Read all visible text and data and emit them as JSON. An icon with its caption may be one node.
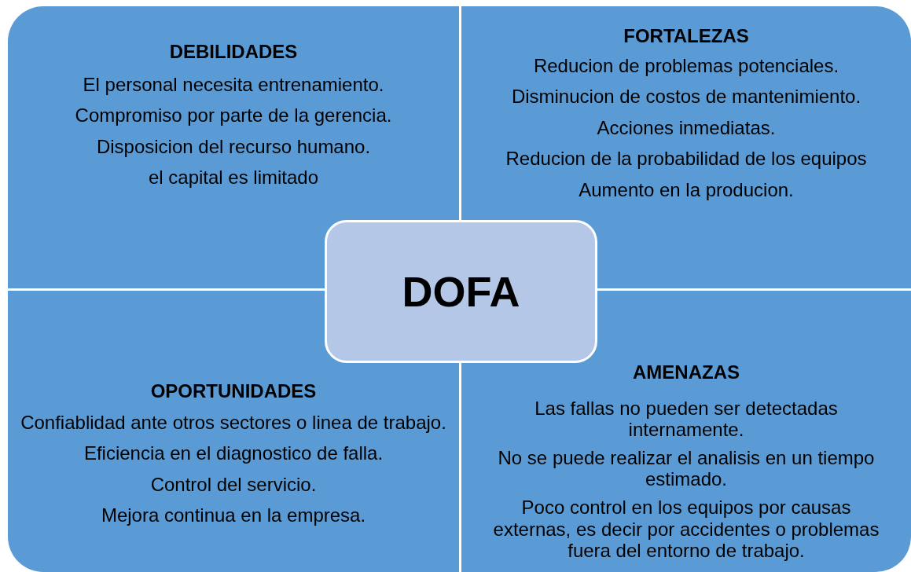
{
  "diagram": {
    "nodes": [
      {
        "text": [
          "DEBILIDADES",
          "El personal necesita entrenamiento.",
          "Compromiso por parte de la gerencia.",
          "Disposicion del recurso humano.",
          "el capital es limitado"
        ]
      },
      {
        "text": [
          "FORTALEZAS",
          "Reducion de problemas potenciales.",
          "Disminucion de costos de mantenimiento.",
          "Acciones inmediatas.",
          "Reducion de la probabilidad de los equipos",
          "Aumento en la producion."
        ]
      },
      {
        "text": [
          "DOFA"
        ]
      },
      {
        "text": [
          "OPORTUNIDADES",
          "Confiablidad ante otros sectores o linea de trabajo.",
          "Eficiencia en el diagnostico de falla.",
          "Control del servicio.",
          "Mejora continua en la empresa."
        ]
      },
      {
        "text": [
          "AMENAZAS",
          "Las fallas no pueden ser detectadas internamente.",
          "No se puede realizar el analisis en un tiempo estimado.",
          "Poco control en los equipos por causas externas, es decir por accidentes o problemas fuera del entorno de trabajo."
        ]
      }
    ]
  }
}
